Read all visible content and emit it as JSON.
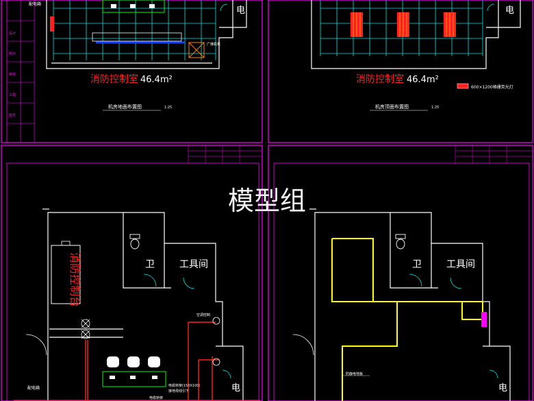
{
  "panels": {
    "top_left": {
      "room_label": "消防控制室",
      "area": "46.4m²",
      "caption": "机房地面布置图",
      "scale": "1:25",
      "electric_label": "电",
      "dist_label": "配电箱",
      "note": "广播机柜"
    },
    "top_right": {
      "room_label": "消防控制室",
      "area": "46.4m²",
      "caption": "机房顶面布置图",
      "scale": "1:25",
      "electric_label": "电",
      "legend_text": "600×1200格栅荧光灯"
    },
    "bottom_left": {
      "console_label": "消防控制台",
      "wc_label": "卫",
      "tool_room_label": "工具间",
      "electric_label": "电",
      "dist_label": "配电箱",
      "note1": "空调控制",
      "note2": "电缆桥架(150X100)",
      "note3": "接地母线引下",
      "note4": "电缆桥架"
    },
    "bottom_right": {
      "wc_label": "卫",
      "tool_room_label": "工具间",
      "electric_label": "电",
      "area_note": "防静电地板"
    }
  },
  "watermark": "模型组",
  "colors": {
    "frame": "#ff00ff",
    "wall": "#ffffff",
    "grid": "#00e5e5",
    "red": "#ff2020",
    "yellow": "#ffff00",
    "blue": "#1040ff"
  }
}
